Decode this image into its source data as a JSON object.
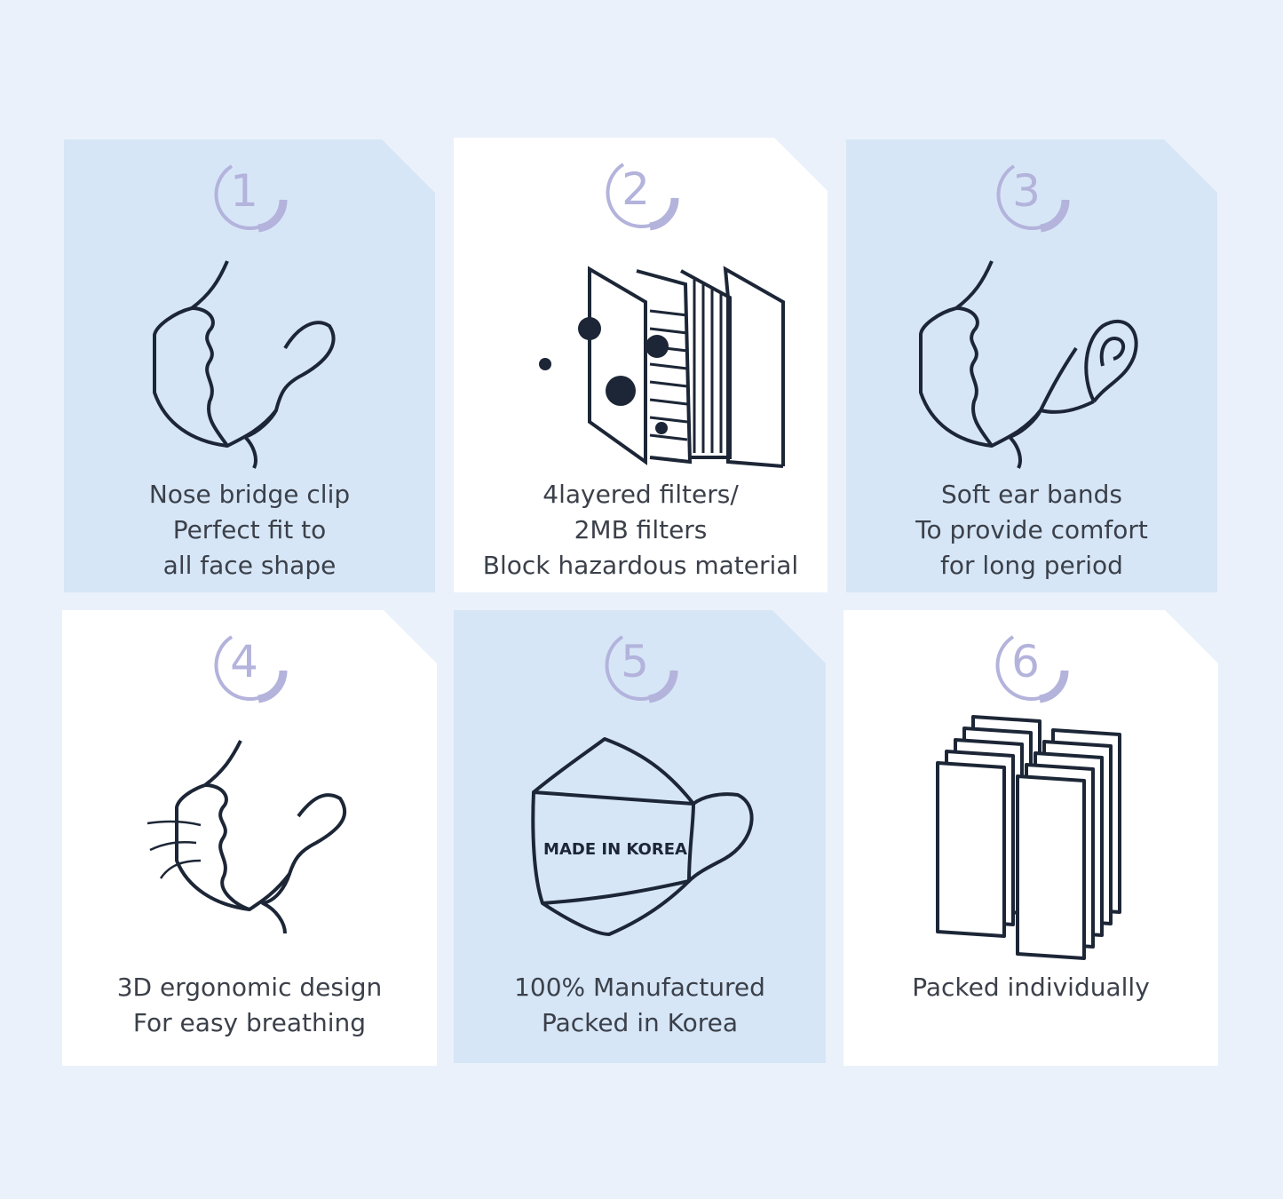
{
  "colors": {
    "background": "#eaf1fa",
    "card_blue": "#d6e6f6",
    "card_white": "#ffffff",
    "number": "#b3b3dc",
    "text": "#3b404a",
    "icon_stroke": "#1c2636"
  },
  "features": [
    {
      "number": "1",
      "lines": [
        "Nose bridge clip",
        "Perfect fit to",
        "all face shape"
      ],
      "icon": "mask-face-icon"
    },
    {
      "number": "2",
      "lines": [
        "4layered filters/",
        "2MB filters",
        "Block hazardous material"
      ],
      "icon": "filter-layers-icon"
    },
    {
      "number": "3",
      "lines": [
        "Soft ear bands",
        "To provide comfort",
        "for long period"
      ],
      "icon": "ear-band-icon"
    },
    {
      "number": "4",
      "lines": [
        "3D ergonomic design",
        "For easy breathing"
      ],
      "icon": "breathing-mask-icon"
    },
    {
      "number": "5",
      "lines": [
        "100% Manufactured",
        "Packed in Korea"
      ],
      "icon": "made-in-korea-mask-icon",
      "mask_label": "MADE IN KOREA"
    },
    {
      "number": "6",
      "lines": [
        "Packed individually"
      ],
      "icon": "individual-packs-icon"
    }
  ]
}
